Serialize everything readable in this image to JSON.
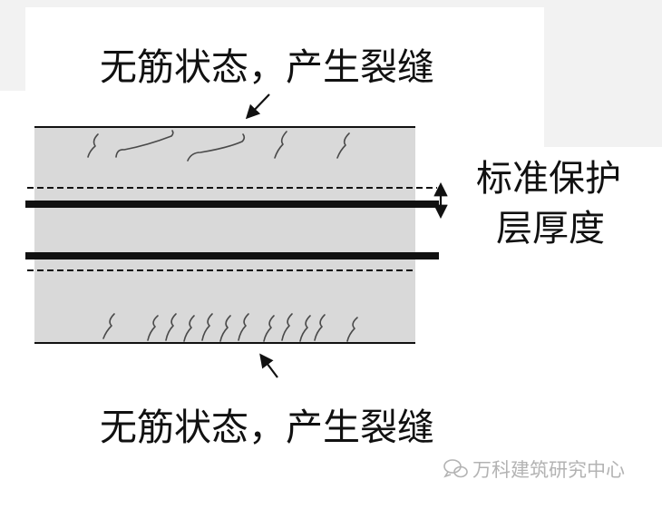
{
  "labels": {
    "top": "无筋状态，产生裂缝",
    "bottom": "无筋状态，产生裂缝",
    "cover_thickness": [
      "标准保护",
      "层厚度"
    ]
  },
  "watermark": {
    "icon": "wechat-icon",
    "text": "万科建筑研究中心"
  },
  "colors": {
    "slab": "#d9d9d9",
    "line": "#111111",
    "crack": "#4a4a4a",
    "text": "#111111",
    "watermark": "#b3b3b3",
    "page_edge": "#f2f2f2"
  }
}
